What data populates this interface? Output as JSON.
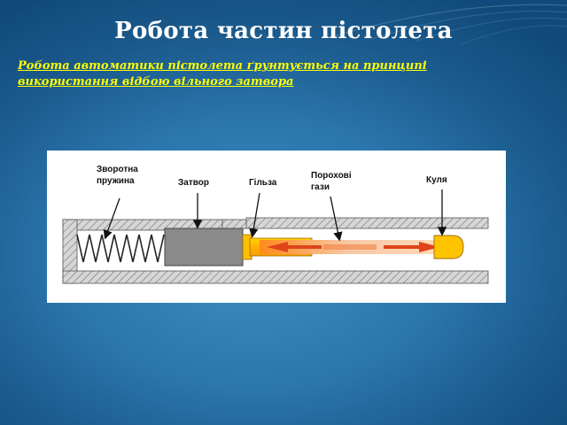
{
  "slide": {
    "title": "Робота частин пістолета",
    "subtitle_line1": "Робота автоматики  пістолета  ґрунтується на  принципі",
    "subtitle_line2": "використання  відбою вільного затвора",
    "background_color": "#2a76ad",
    "title_color": "#ffffff",
    "subtitle_color": "#ffff00"
  },
  "diagram": {
    "labels": {
      "spring_line1": "Зворотна",
      "spring_line2": "пружина",
      "bolt": "Затвор",
      "casing": "Гільза",
      "gases_line1": "Порохові",
      "gases_line2": "гази",
      "bullet": "Куля"
    }
  }
}
